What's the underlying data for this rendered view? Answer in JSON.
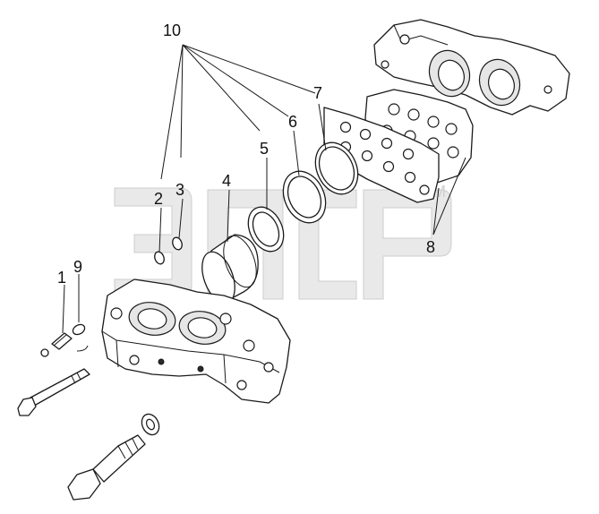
{
  "diagram": {
    "callouts": {
      "c1": "1",
      "c2": "2",
      "c3": "3",
      "c4": "4",
      "c5": "5",
      "c6": "6",
      "c7": "7",
      "c8": "8",
      "c9": "9",
      "c10": "10"
    },
    "watermark": {
      "trademark": "TM"
    }
  }
}
